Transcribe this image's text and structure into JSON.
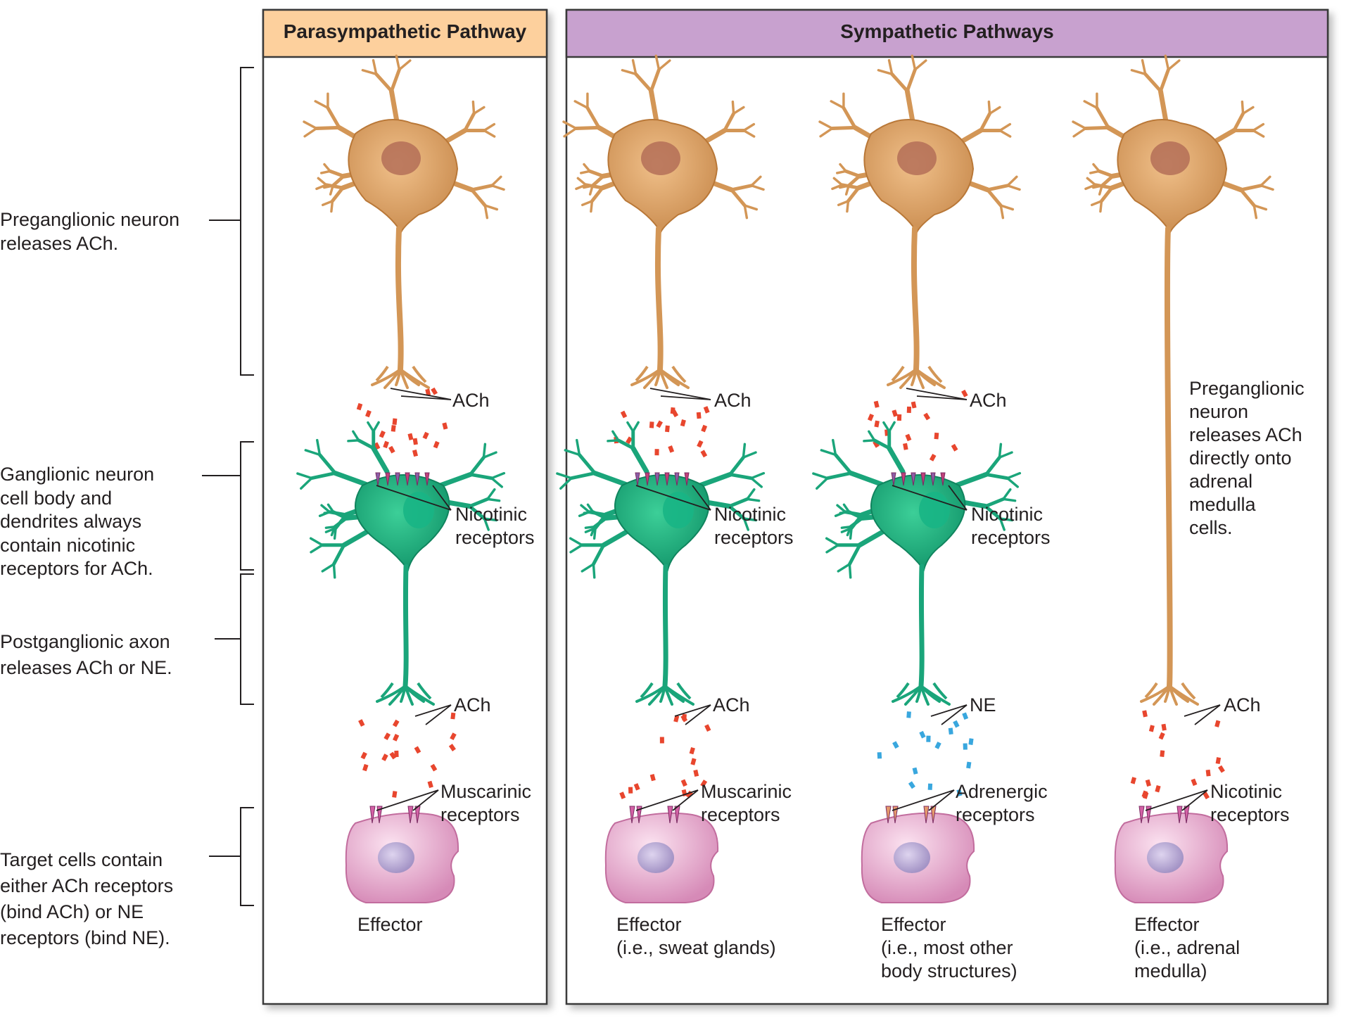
{
  "headers": {
    "parasympathetic": "Parasympathetic Pathway",
    "sympathetic": "Sympathetic Pathways"
  },
  "side_labels": {
    "preganglionic": "Preganglionic neuron\nreleases ACh.",
    "ganglionic": "Ganglionic neuron\ncell body and\ndendrites always\ncontain nicotinic\nreceptors for ACh.",
    "postganglionic": "Postganglionic axon\nreleases ACh or NE.",
    "target": "Target cells contain\neither ACh receptors\n(bind ACh) or NE\nreceptors (bind NE)."
  },
  "columns": [
    {
      "pre_nt": "ACh",
      "ganglion_receptor": "Nicotinic\nreceptors",
      "post_nt": "ACh",
      "effector_receptor": "Muscarinic\nreceptors",
      "effector": "Effector"
    },
    {
      "pre_nt": "ACh",
      "ganglion_receptor": "Nicotinic\nreceptors",
      "post_nt": "ACh",
      "effector_receptor": "Muscarinic\nreceptors",
      "effector": "Effector\n(i.e., sweat glands)"
    },
    {
      "pre_nt": "ACh",
      "ganglion_receptor": "Nicotinic\nreceptors",
      "post_nt": "NE",
      "effector_receptor": "Adrenergic\nreceptors",
      "effector": "Effector\n(i.e., most other\nbody structures)"
    },
    {
      "direct_note": "Preganglionic\nneuron\nreleases ACh\ndirectly onto\nadrenal\nmedulla\ncells.",
      "post_nt": "ACh",
      "effector_receptor": "Nicotinic\nreceptors",
      "effector": "Effector\n(i.e., adrenal\nmedulla)"
    }
  ],
  "colors": {
    "parasympathetic_header": "#fdd09d",
    "sympathetic_header": "#c8a1cf",
    "preganglionic_neuron": "#d9a064",
    "ganglionic_neuron": "#1faa7c",
    "effector_cell": "#eab0d2",
    "ach_molecule": "#e8462e",
    "ne_molecule": "#39a7de"
  }
}
